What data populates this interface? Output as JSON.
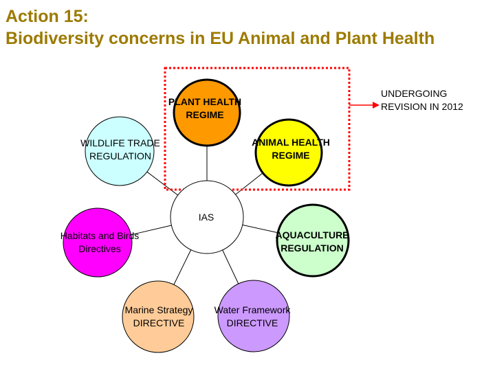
{
  "title": {
    "line1": "Action 15:",
    "line2": "Biodiversity concerns in EU Animal and Plant Health"
  },
  "hub": {
    "label": "IAS"
  },
  "nodes": [
    {
      "id": "plant-health",
      "lines": [
        "PLANT HEALTH",
        "REGIME"
      ],
      "fill": "#ff9900",
      "bold": true
    },
    {
      "id": "animal-health",
      "lines": [
        "ANIMAL HEALTH",
        "REGIME"
      ],
      "fill": "#ffff00",
      "bold": true
    },
    {
      "id": "aquaculture",
      "lines": [
        "AQUACULTURE",
        "REGULATION"
      ],
      "fill": "#ccffcc",
      "bold": true
    },
    {
      "id": "water-framework",
      "lines": [
        "Water Framework",
        "DIRECTIVE"
      ],
      "fill": "#cc99ff",
      "bold": false
    },
    {
      "id": "marine-strategy",
      "lines": [
        "Marine Strategy",
        "DIRECTIVE"
      ],
      "fill": "#ffcc99",
      "bold": false
    },
    {
      "id": "habitats-birds",
      "lines": [
        "Habitats and Birds",
        "Directives"
      ],
      "fill": "#ff00ff",
      "bold": false
    },
    {
      "id": "wildlife-trade",
      "lines": [
        "WILDLIFE TRADE",
        "REGULATION"
      ],
      "fill": "#ccffff",
      "bold": false
    }
  ],
  "callout": {
    "lines": [
      "UNDERGOING",
      "REVISION IN 2012"
    ]
  },
  "colors": {
    "title": "#9c7a00",
    "dashed_box": "#ff0000",
    "arrow": "#ff0000"
  }
}
